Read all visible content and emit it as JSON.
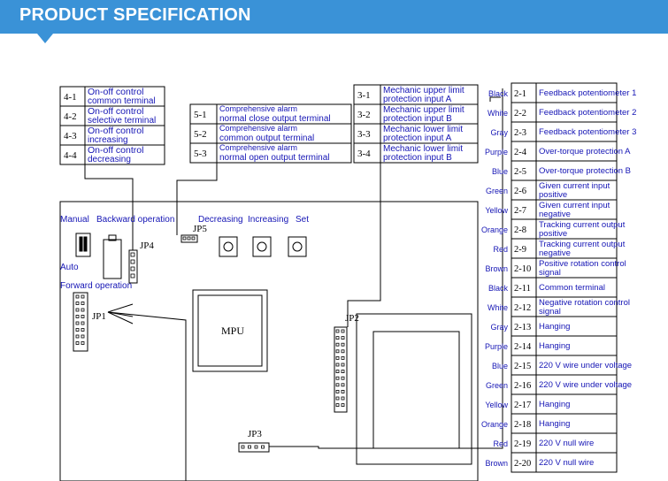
{
  "header": {
    "title": "PRODUCT SPECIFICATION"
  },
  "colors": {
    "banner": "#3a92d7",
    "label_blue": "#1515b5",
    "line": "#000000"
  },
  "group4": {
    "codes": [
      "4-1",
      "4-2",
      "4-3",
      "4-4"
    ],
    "l1": [
      "On-off control",
      "On-off control",
      "On-off control",
      "On-off control"
    ],
    "l2": [
      "common terminal",
      "selective terminal",
      "increasing",
      "decreasing"
    ]
  },
  "group5": {
    "codes": [
      "5-1",
      "5-2",
      "5-3"
    ],
    "l1": [
      "Comprehensive alarm",
      "Comprehensive alarm",
      "Comprehensive alarm"
    ],
    "l2": [
      "normal close output terminal",
      "common  output terminal",
      "normal open output terminal"
    ]
  },
  "group3": {
    "codes": [
      "3-1",
      "3-2",
      "3-3",
      "3-4"
    ],
    "l1": [
      "Mechanic upper limit",
      "Mechanic upper limit",
      "Mechanic lower limit",
      "Mechanic lower limit"
    ],
    "l2": [
      "protection  input  A",
      "protection  input  B",
      "protection  input A",
      "protection  input  B"
    ]
  },
  "group2": {
    "colors": [
      "Black",
      "White",
      "Gray",
      "Purple",
      "Blue",
      "Green",
      "Yellow",
      "Orange",
      "Red",
      "Brown",
      "Black",
      "White",
      "Gray",
      "Purple",
      "Blue",
      "Green",
      "Yellow",
      "Orange",
      "Red",
      "Brown"
    ],
    "codes": [
      "2-1",
      "2-2",
      "2-3",
      "2-4",
      "2-5",
      "2-6",
      "2-7",
      "2-8",
      "2-9",
      "2-10",
      "2-11",
      "2-12",
      "2-13",
      "2-14",
      "2-15",
      "2-16",
      "2-17",
      "2-18",
      "2-19",
      "2-20"
    ],
    "l1": [
      "Feedback potentiometer 1",
      "Feedback potentiometer 2",
      "Feedback potentiometer 3",
      "Over-torque protection A",
      "Over-torque protection B",
      "Given current input",
      "Given current input",
      "Tracking current output",
      "Tracking current output",
      "Positive rotation control",
      "Common terminal",
      "Negative rotation control",
      "Hanging",
      "Hanging",
      "220 V  wire under voltage",
      "220 V  wire under voltage",
      "Hanging",
      "Hanging",
      "220 V  null wire",
      "220 V  null wire"
    ],
    "l2": [
      "",
      "",
      "",
      "",
      "",
      "positive",
      "negative",
      "positive",
      "negative",
      "signal",
      "",
      "signal",
      "",
      "",
      "",
      "",
      "",
      "",
      "",
      ""
    ]
  },
  "board": {
    "manual": "Manual",
    "backward": "Backward operation",
    "auto": "Auto",
    "forward": "Forward operation",
    "jp4": "JP4",
    "jp5": "JP5",
    "jp1": "JP1",
    "jp2": "JP2",
    "jp3": "JP3",
    "mpu": "MPU",
    "decreasing": "Decreasing",
    "increasing": "Increasing",
    "set": "Set"
  }
}
